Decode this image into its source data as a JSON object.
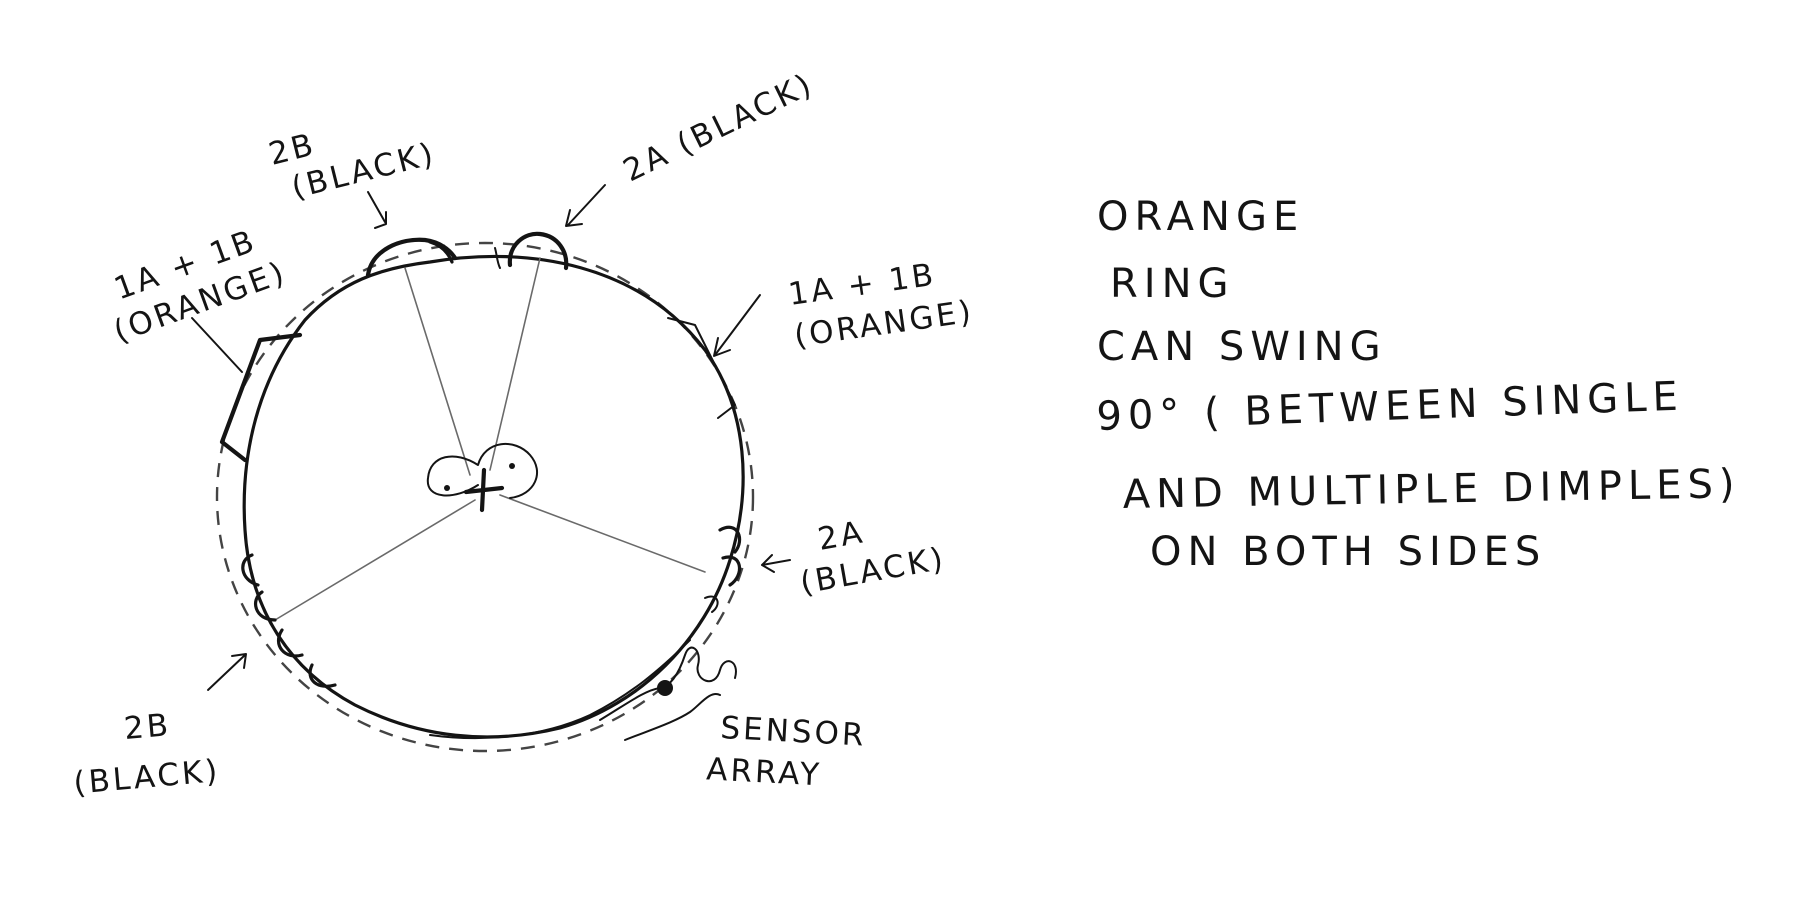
{
  "diagram": {
    "labels": {
      "top_left_outer_line1": "1A + 1B",
      "top_left_outer_line2": "(ORANGE)",
      "top_left_inner_line1": "2B",
      "top_left_inner_line2": "(BLACK)",
      "top_right_inner": "2A (BLACK)",
      "right_upper_line1": "1A + 1B",
      "right_upper_line2": "(ORANGE)",
      "right_lower_line1": "2A",
      "right_lower_line2": "(BLACK)",
      "bottom_left_line1": "2B",
      "bottom_left_line2": "(BLACK)",
      "sensor_line1": "SENSOR",
      "sensor_line2": "ARRAY"
    },
    "note": {
      "line1": "ORANGE",
      "line2": "RING",
      "line3": "CAN SWING",
      "line4": "90° ( BETWEEN SINGLE",
      "line5": "AND MULTIPLE DIMPLES)",
      "line6": "ON BOTH SIDES"
    }
  }
}
